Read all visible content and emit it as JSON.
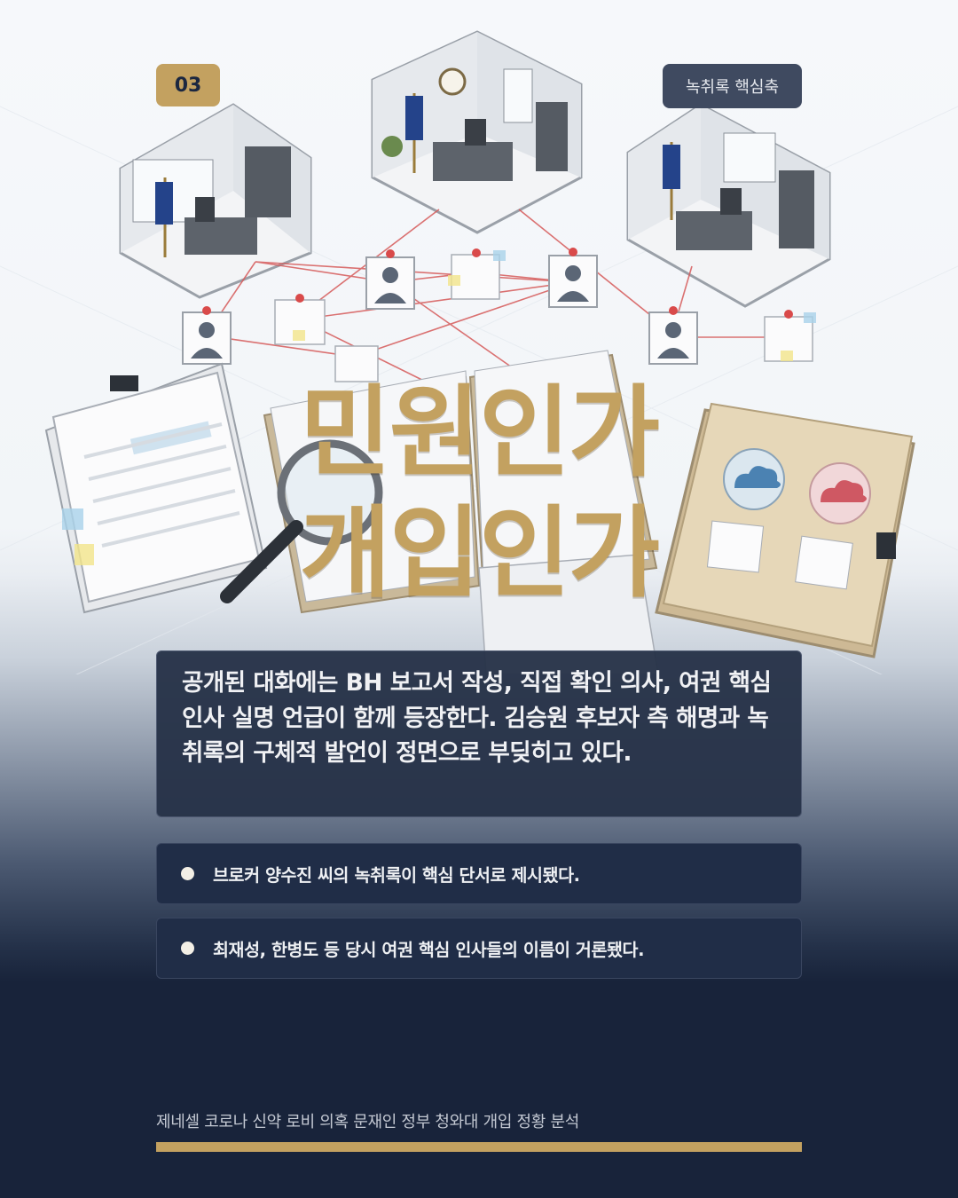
{
  "badge_number": "03",
  "badge_tag": "녹취록 핵심축",
  "headline": {
    "line1": "민원인가",
    "line2": "개입인가"
  },
  "summary": "공개된 대화에는 BH 보고서 작성, 직접 확인 의사, 여권 핵심 인사 실명 언급이 함께 등장한다. 김승원 후보자 측 해명과 녹취록의 구체적 발언이 정면으로 부딪히고 있다.",
  "bullets": [
    "브로커 양수진 씨의 녹취록이 핵심 단서로 제시됐다.",
    "최재성, 한병도 등 당시 여권 핵심 인사들의 이름이 거론됐다."
  ],
  "footer": "제네셀 코로나 신약 로비 의혹 문재인 정부 청와대 개입 정황 분석",
  "colors": {
    "accent": "#c3a160",
    "navy": "#18233a",
    "card": "#273248",
    "tag": "#3f4a60"
  }
}
